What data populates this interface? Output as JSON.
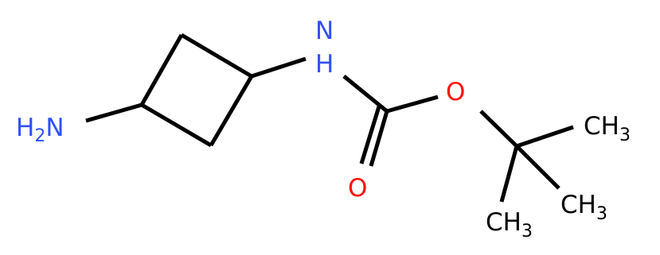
{
  "colors": {
    "carbon": "#000000",
    "nitrogen": "#3050F8",
    "oxygen": "#FF0D0D",
    "background": "#FFFFFF"
  },
  "atoms": {
    "amine": {
      "main": "H",
      "sub": "2",
      "tail": "N"
    },
    "amide_n": {
      "main": "N",
      "line2": "H"
    },
    "ester_o": {
      "main": "O"
    },
    "carbonyl_o": {
      "main": "O"
    },
    "methyl_1": {
      "main": "CH",
      "sub": "3"
    },
    "methyl_2": {
      "main": "CH",
      "sub": "3"
    },
    "methyl_3": {
      "main": "CH",
      "sub": "3"
    }
  }
}
